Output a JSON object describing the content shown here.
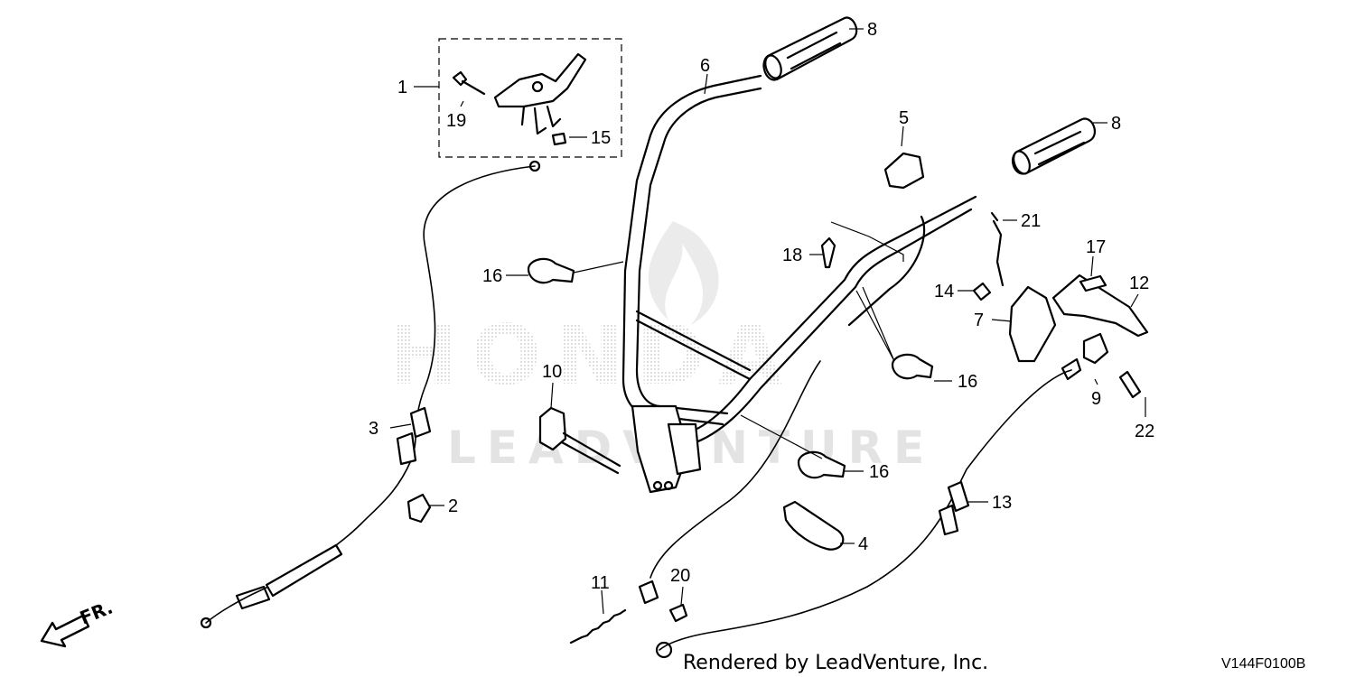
{
  "watermark": {
    "brand": "HONDA",
    "tagline": "LEADVENTURE"
  },
  "callouts": [
    {
      "num": "1"
    },
    {
      "num": "19"
    },
    {
      "num": "15"
    },
    {
      "num": "6"
    },
    {
      "num": "8"
    },
    {
      "num": "5"
    },
    {
      "num": "8"
    },
    {
      "num": "21"
    },
    {
      "num": "16"
    },
    {
      "num": "18"
    },
    {
      "num": "17"
    },
    {
      "num": "14"
    },
    {
      "num": "12"
    },
    {
      "num": "7"
    },
    {
      "num": "3"
    },
    {
      "num": "10"
    },
    {
      "num": "16"
    },
    {
      "num": "9"
    },
    {
      "num": "22"
    },
    {
      "num": "16"
    },
    {
      "num": "2"
    },
    {
      "num": "13"
    },
    {
      "num": "4"
    },
    {
      "num": "11"
    },
    {
      "num": "20"
    }
  ],
  "direction_label": "FR.",
  "credit": "Rendered by LeadVenture, Inc.",
  "diagram_code": "V144F0100B"
}
